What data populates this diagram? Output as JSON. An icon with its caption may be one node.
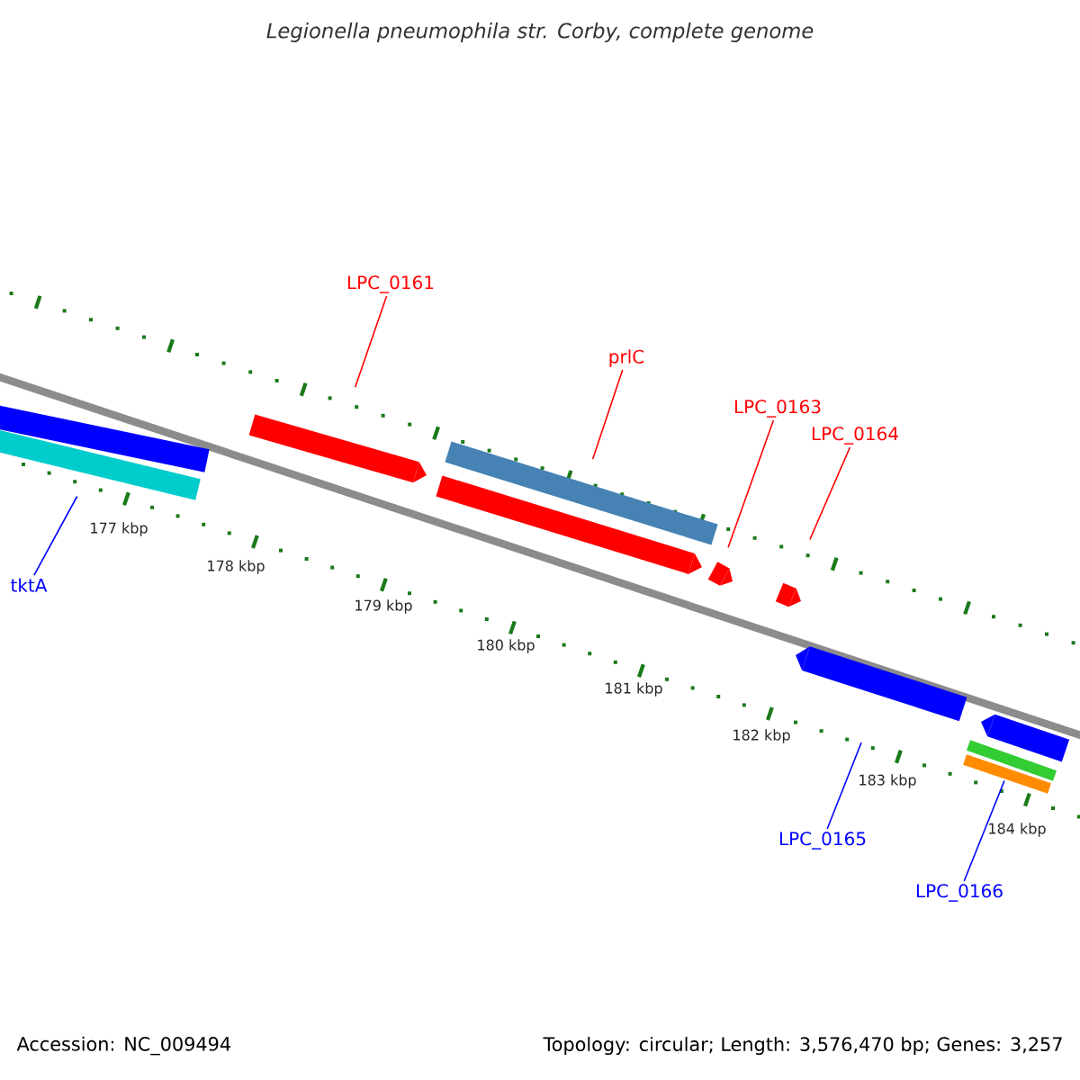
{
  "diagram": {
    "title": "Legionella pneumophila str. Corby, complete genome",
    "nodes": [
      {
        "text": [
          "LPC_0161"
        ]
      },
      {
        "text": [
          "prlC"
        ]
      },
      {
        "text": [
          "LPC_0163"
        ]
      },
      {
        "text": [
          "LPC_0164"
        ]
      },
      {
        "text": [
          "tktA"
        ]
      },
      {
        "text": [
          "LPC_0165"
        ]
      },
      {
        "text": [
          "LPC_0166"
        ]
      },
      {
        "text": [],
        "shape": "bar"
      },
      {
        "text": [],
        "shape": "bar"
      },
      {
        "text": [],
        "shape": "arrow"
      },
      {
        "text": [],
        "shape": "arrow"
      },
      {
        "text": [],
        "shape": "bar"
      },
      {
        "text": [],
        "shape": "arrow"
      },
      {
        "text": [],
        "shape": "arrow"
      },
      {
        "text": [],
        "shape": "arrow"
      },
      {
        "text": [],
        "shape": "bar"
      },
      {
        "text": [],
        "shape": "bar"
      },
      {
        "text": [],
        "shape": "arrow"
      }
    ],
    "edges": [
      {
        "from": 0,
        "to": 9,
        "arrow": "none",
        "color": "#ff0000"
      },
      {
        "from": 1,
        "to": 11,
        "arrow": "none",
        "color": "#ff0000"
      },
      {
        "from": 2,
        "to": 12,
        "arrow": "none",
        "color": "#ff0000"
      },
      {
        "from": 3,
        "to": 13,
        "arrow": "none",
        "color": "#ff0000"
      },
      {
        "from": 4,
        "to": 8,
        "arrow": "none",
        "color": "#0000ff"
      },
      {
        "from": 5,
        "to": 14,
        "arrow": "none",
        "color": "#0000ff"
      },
      {
        "from": 6,
        "to": 15,
        "arrow": "none",
        "color": "#0000ff"
      }
    ],
    "labels": [
      "177 kbp",
      "178 kbp",
      "179 kbp",
      "180 kbp",
      "181 kbp",
      "182 kbp",
      "183 kbp",
      "184 kbp",
      "Accession: NC_009494",
      "Topology: circular; Length: 3,576,470 bp; Genes: 3,257"
    ]
  }
}
